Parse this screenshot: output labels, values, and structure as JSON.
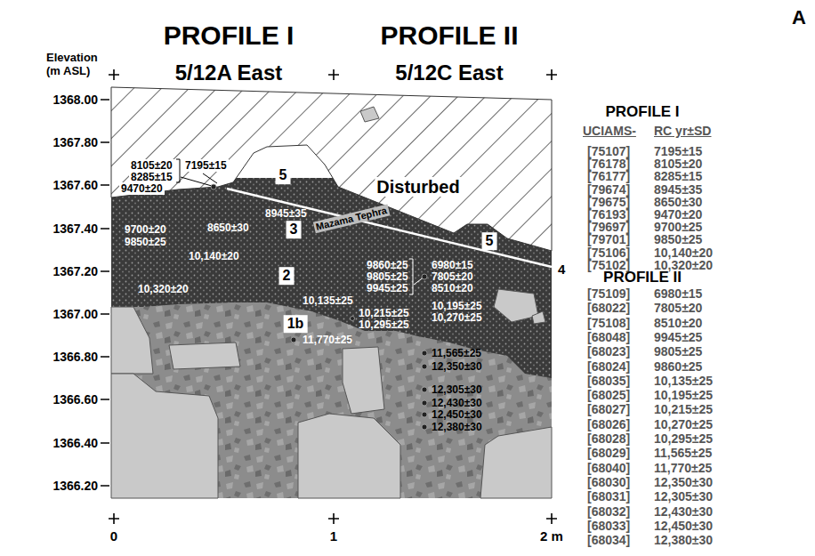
{
  "diagram": {
    "nodes": [
      {
        "text": [
          "5"
        ]
      },
      {
        "text": [
          "3"
        ]
      },
      {
        "text": [
          "2"
        ]
      },
      {
        "text": [
          "1b"
        ]
      },
      {
        "text": [
          "5"
        ]
      }
    ],
    "labels": [
      "A",
      "PROFILE I",
      "PROFILE II",
      "Elevation (m ASL)",
      "5/12A East",
      "5/12C East",
      "1368.00",
      "1367.80",
      "1367.60",
      "1367.40",
      "1367.20",
      "1367.00",
      "1366.80",
      "1366.60",
      "1366.40",
      "1366.20",
      "0",
      "1",
      "2 m",
      "Disturbed",
      "Mazama Tephra",
      "4",
      "8105±20",
      "8285±15",
      "7195±15",
      "9470±20",
      "9700±20",
      "9850±25",
      "8650±30",
      "8945±35",
      "10,140±20",
      "10,320±20",
      "9860±25",
      "9805±25",
      "9945±25",
      "6980±15",
      "7805±20",
      "8510±20",
      "10,135±25",
      "10,215±25",
      "10,295±25",
      "10,195±25",
      "10,270±25",
      "11,770±25",
      "11,565±25",
      "12,350±30",
      "12,305±30",
      "12,430±30",
      "12,450±30",
      "12,380±30",
      "PROFILE I",
      "UCIAMS-",
      "RC yr±SD",
      "[75107]",
      "7195±15",
      "[76178]",
      "8105±20",
      "[76177]",
      "8285±15",
      "[79674]",
      "8945±35",
      "[79675]",
      "8650±30",
      "[76193]",
      "9470±20",
      "[79697]",
      "9700±25",
      "[79701]",
      "9850±25",
      "[75106]",
      "10,140±20",
      "[75102]",
      "10,320±20",
      "PROFILE II",
      "[75109]",
      "6980±15",
      "[68022]",
      "7805±20",
      "[75108]",
      "8510±20",
      "[68048]",
      "9945±25",
      "[68023]",
      "9805±25",
      "[68024]",
      "9860±25",
      "[68035]",
      "10,135±25",
      "[68025]",
      "10,195±25",
      "[68027]",
      "10,215±25",
      "[68026]",
      "10,270±25",
      "[68028]",
      "10,295±25",
      "[68029]",
      "11,565±25",
      "[68040]",
      "11,770±25",
      "[68030]",
      "12,350±30",
      "[68031]",
      "12,305±30",
      "[68032]",
      "12,430±30",
      "[68033]",
      "12,450±30",
      "[68034]",
      "12,380±30"
    ]
  }
}
